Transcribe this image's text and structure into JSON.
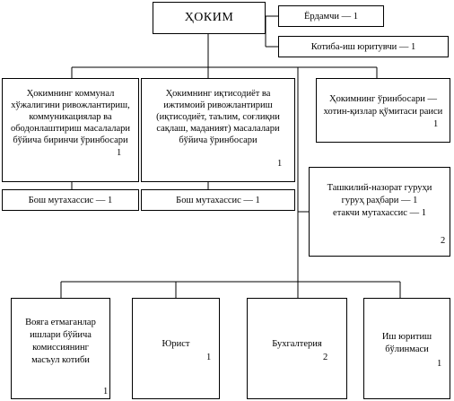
{
  "head": {
    "title": "ҲОКИМ"
  },
  "side_top": [
    {
      "label": "Ёрдамчи — 1"
    },
    {
      "label": "Котиба-иш юритувчи — 1"
    }
  ],
  "deputies": [
    {
      "lines": [
        "Ҳокимнинг коммунал",
        "хўжалигини ривожлантириш,",
        "коммуникациялар ва",
        "ободонлаштириш масалалари",
        "бўйича биринчи ўринбосари"
      ],
      "count": "1"
    },
    {
      "lines": [
        "Ҳокимнинг иқтисодиёт ва",
        "ижтимоий ривожлантириш",
        "(иқтисодиёт, таълим, соғлиқни",
        "сақлаш, маданият) масалалари",
        "бўйича ўринбосари"
      ],
      "count": "1"
    },
    {
      "lines": [
        "Ҳокимнинг ўринбосари —",
        "хотин-қизлар қўмитаси раиси"
      ],
      "count": "1"
    }
  ],
  "specialists": [
    {
      "label": "Бош мутахассис — 1"
    },
    {
      "label": "Бош мутахассис — 1"
    }
  ],
  "inspection": {
    "lines": [
      "Ташкилий-назорат гуруҳи",
      "гуруҳ раҳбари — 1",
      "етакчи мутахассис — 1"
    ],
    "count": "2"
  },
  "units": [
    {
      "lines": [
        "Вояга етмаганлар",
        "ишлари бўйича",
        "комиссиянинг",
        "масъул котиби"
      ],
      "count": "1"
    },
    {
      "lines": [
        "Юрист"
      ],
      "count": "1"
    },
    {
      "lines": [
        "Бухгалтерия"
      ],
      "count": "2"
    },
    {
      "lines": [
        "Иш юритиш",
        "бўлинмаси"
      ],
      "count": "1"
    }
  ]
}
